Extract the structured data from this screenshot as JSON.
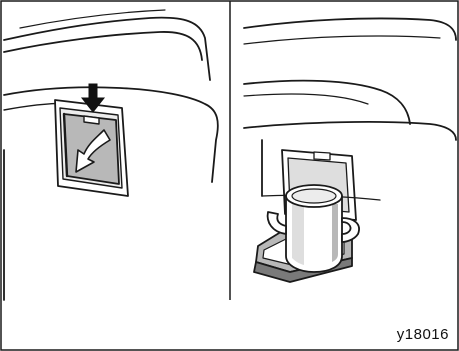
{
  "figure": {
    "code": "y18016",
    "panels": [
      {
        "name": "left-panel",
        "state": "cup-holder-closed",
        "action": "press-and-pull"
      },
      {
        "name": "right-panel",
        "state": "cup-holder-open-with-cup"
      }
    ],
    "colors": {
      "stroke": "#1a1a1a",
      "panel_fill": "#ffffff",
      "button_grey": "#b8b8b8",
      "dark_grey": "#7a7a7a",
      "light_grey": "#dedede"
    }
  }
}
